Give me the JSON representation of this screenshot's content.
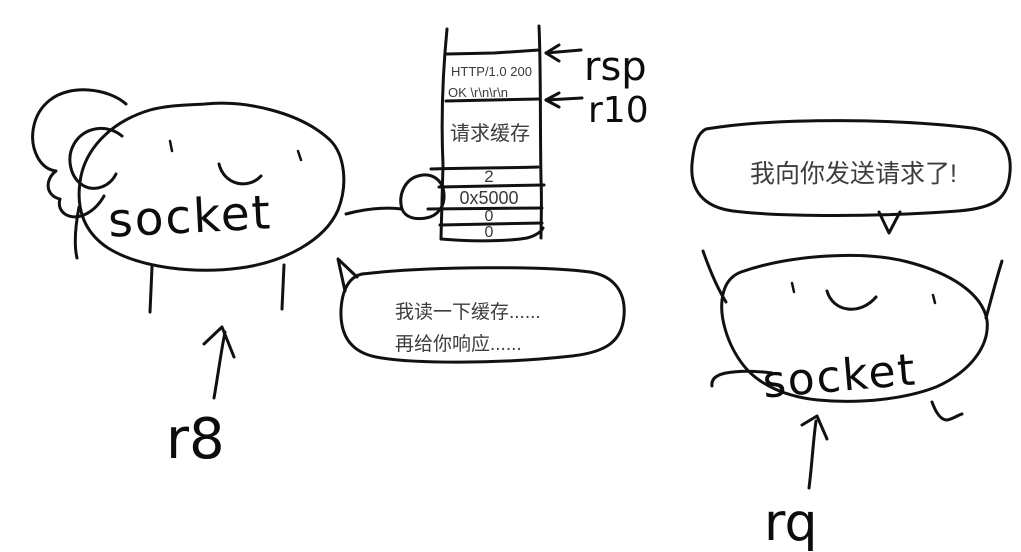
{
  "colors": {
    "ink": "#111111",
    "printed_text": "#3a3a3a",
    "background": "#ffffff"
  },
  "left_socket": {
    "label": "socket",
    "register": "r8"
  },
  "right_socket": {
    "label": "socket",
    "register": "rq"
  },
  "buffer_stack": {
    "response_line1": "HTTP/1.0 200",
    "response_line2": "OK \\r\\n\\r\\n",
    "title": "请求缓存",
    "cells": [
      "2",
      "0x5000",
      "0",
      "0"
    ],
    "pointer_rsp": "rsp",
    "pointer_r10": "r10"
  },
  "speech_bubbles": {
    "left_line1": "我读一下缓存......",
    "left_line2": "再给你响应......",
    "right_text": "我向你发送请求了!"
  }
}
